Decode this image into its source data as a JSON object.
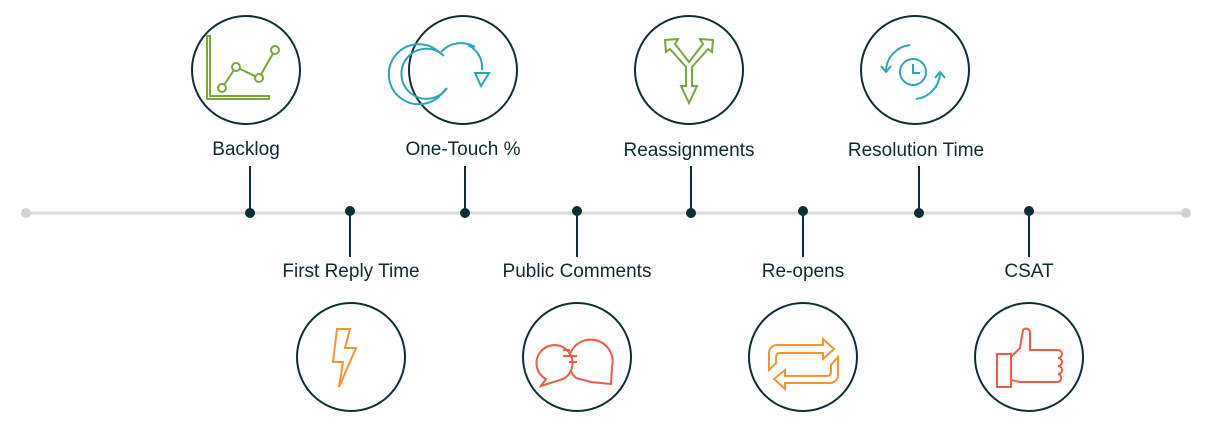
{
  "colors": {
    "dark": "#0e2f35",
    "line": "#d9d9d9",
    "green": "#7aa63b",
    "teal": "#2aa6b8",
    "orange": "#f39431",
    "red": "#ed5c45"
  },
  "metrics": [
    {
      "label": "Backlog",
      "icon": "line-chart-icon",
      "position": "top"
    },
    {
      "label": "First Reply Time",
      "icon": "lightning-bolt-icon",
      "position": "bottom"
    },
    {
      "label": "One-Touch %",
      "icon": "circular-arrow-icon",
      "position": "top"
    },
    {
      "label": "Public Comments",
      "icon": "speech-bubbles-icon",
      "position": "bottom"
    },
    {
      "label": "Reassignments",
      "icon": "split-arrows-icon",
      "position": "top"
    },
    {
      "label": "Re-opens",
      "icon": "repeat-arrows-icon",
      "position": "bottom"
    },
    {
      "label": "Resolution Time",
      "icon": "clock-cycle-icon",
      "position": "top"
    },
    {
      "label": "CSAT",
      "icon": "thumbs-up-icon",
      "position": "bottom"
    }
  ]
}
